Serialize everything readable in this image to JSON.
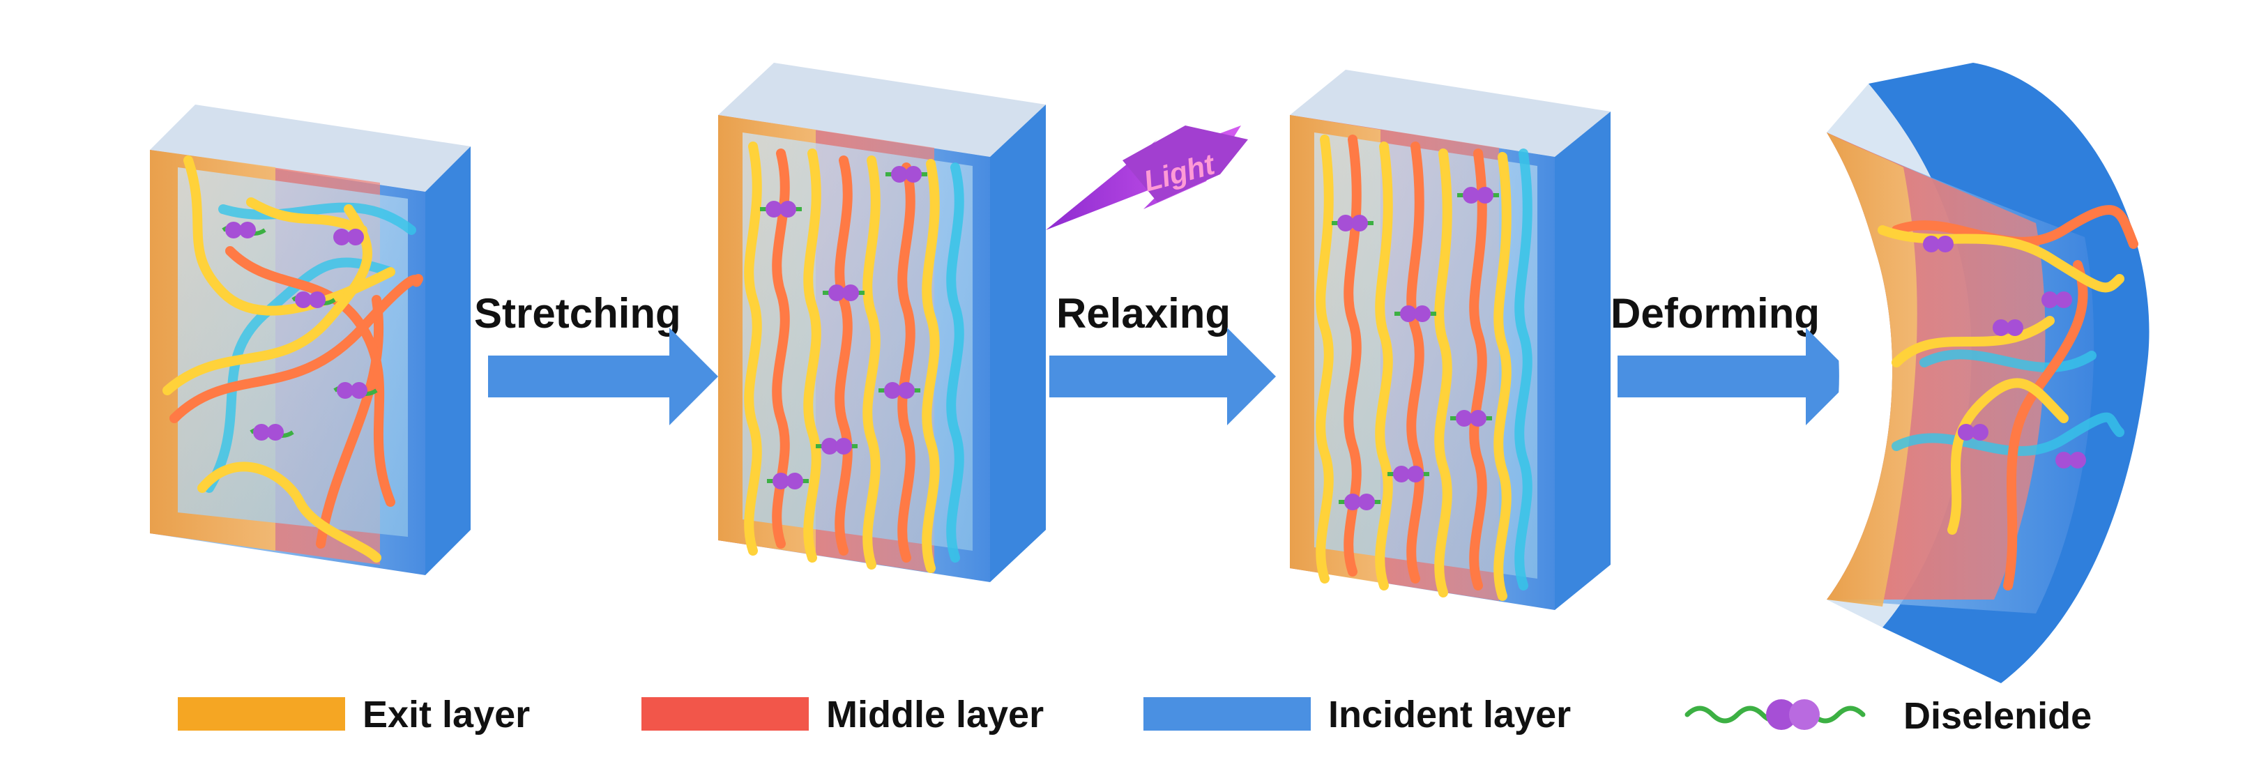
{
  "steps": [
    {
      "label": "Stretching"
    },
    {
      "label": "Relaxing"
    },
    {
      "label": "Deforming"
    }
  ],
  "light_badge": {
    "label": "Light"
  },
  "legend": [
    {
      "label": "Exit layer",
      "color": "#f5a623"
    },
    {
      "label": "Middle layer",
      "color": "#f2564a"
    },
    {
      "label": "Incident layer",
      "color": "#4a90e2"
    },
    {
      "label": "Diselenide",
      "color": "#3cb043",
      "accent": "#a64fd6",
      "icon": "diselenide-icon"
    }
  ],
  "colors": {
    "arrow": "#4a90e2",
    "exit": "#f5a623",
    "middle": "#f2564a",
    "incident": "#4a90e2",
    "chain_yellow": "#ffd23a",
    "chain_orange": "#ff7a45",
    "chain_cyan": "#36c4e8",
    "crosslink": "#3cb043",
    "selenium": "#a64fd6",
    "light": "#b84fd9"
  }
}
